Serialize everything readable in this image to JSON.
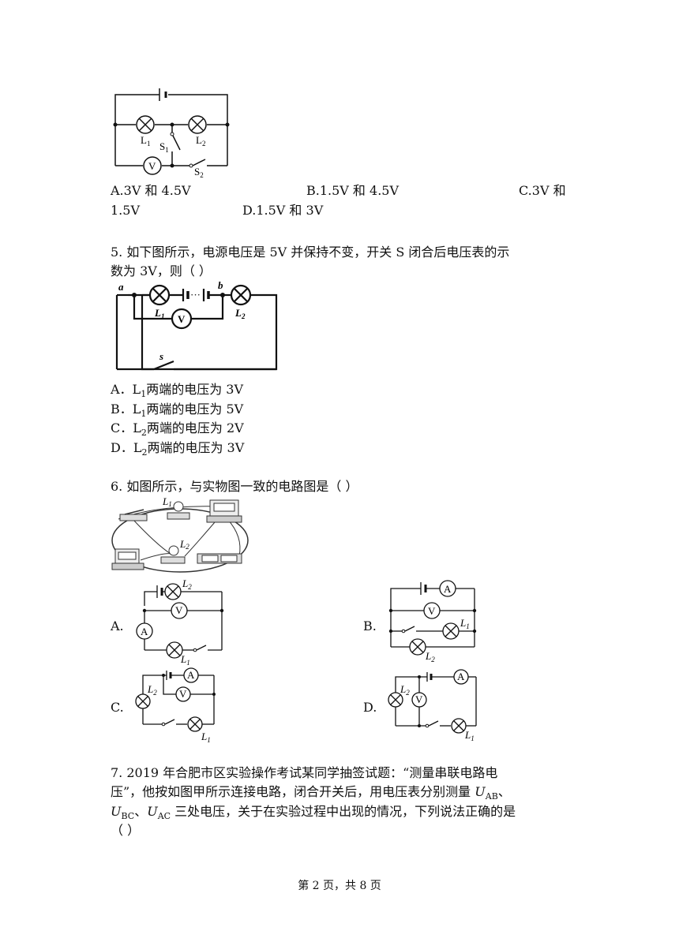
{
  "q4": {
    "fig": {
      "l1": "L",
      "l2": "L",
      "s1": "S",
      "s2": "S",
      "sub1": "1",
      "sub2": "2",
      "v": "V"
    },
    "opt_a": "A.3V 和 4.5V",
    "opt_b": "B.1.5V 和 4.5V",
    "opt_c_1": "C.3V 和",
    "opt_c_2": "1.5V",
    "opt_d": "D.1.5V 和 3V"
  },
  "q5": {
    "line1": "5.  如下图所示，电源电压是 5V 并保持不变，开关 S 闭合后电压表的示",
    "line2": "数为 3V，则（        ）",
    "fig": {
      "a": "a",
      "b": "b",
      "s": "s",
      "l": "L",
      "sub1": "1",
      "sub2": "2",
      "v": "V"
    },
    "opt_a_pre": "A．L",
    "opt_a_post": "两端的电压为 3V",
    "opt_b_pre": "B．L",
    "opt_b_post": "两端的电压为 5V",
    "opt_c_pre": "C．L",
    "opt_c_post": "两端的电压为 2V",
    "opt_d_pre": "D．L",
    "opt_d_post": "两端的电压为 3V",
    "sub1": "1",
    "sub2": "2"
  },
  "q6": {
    "title": "6.  如图所示，与实物图一致的电路图是（        ）",
    "fig": {
      "l": "L",
      "sub1": "1",
      "sub2": "2",
      "v": "V",
      "a": "A"
    },
    "label_a": "A.",
    "label_b": "B.",
    "label_c": "C.",
    "label_d": "D."
  },
  "q7": {
    "line1": "7.  2019 年合肥市区实验操作考试某同学抽签试题：“测量串联电路电",
    "line2_pre": "压”，他按如图甲所示连接电路，闭合开关后，用电压表分别测量 ",
    "u": "U",
    "ab": "AB",
    "bc": "BC",
    "ac": "AC",
    "sep": "、",
    "line3_post": " 三处电压，关于在实验过程中出现的情况，下列说法正确的是",
    "line4": "（        ）"
  },
  "footer": "第 2 页，共 8 页"
}
